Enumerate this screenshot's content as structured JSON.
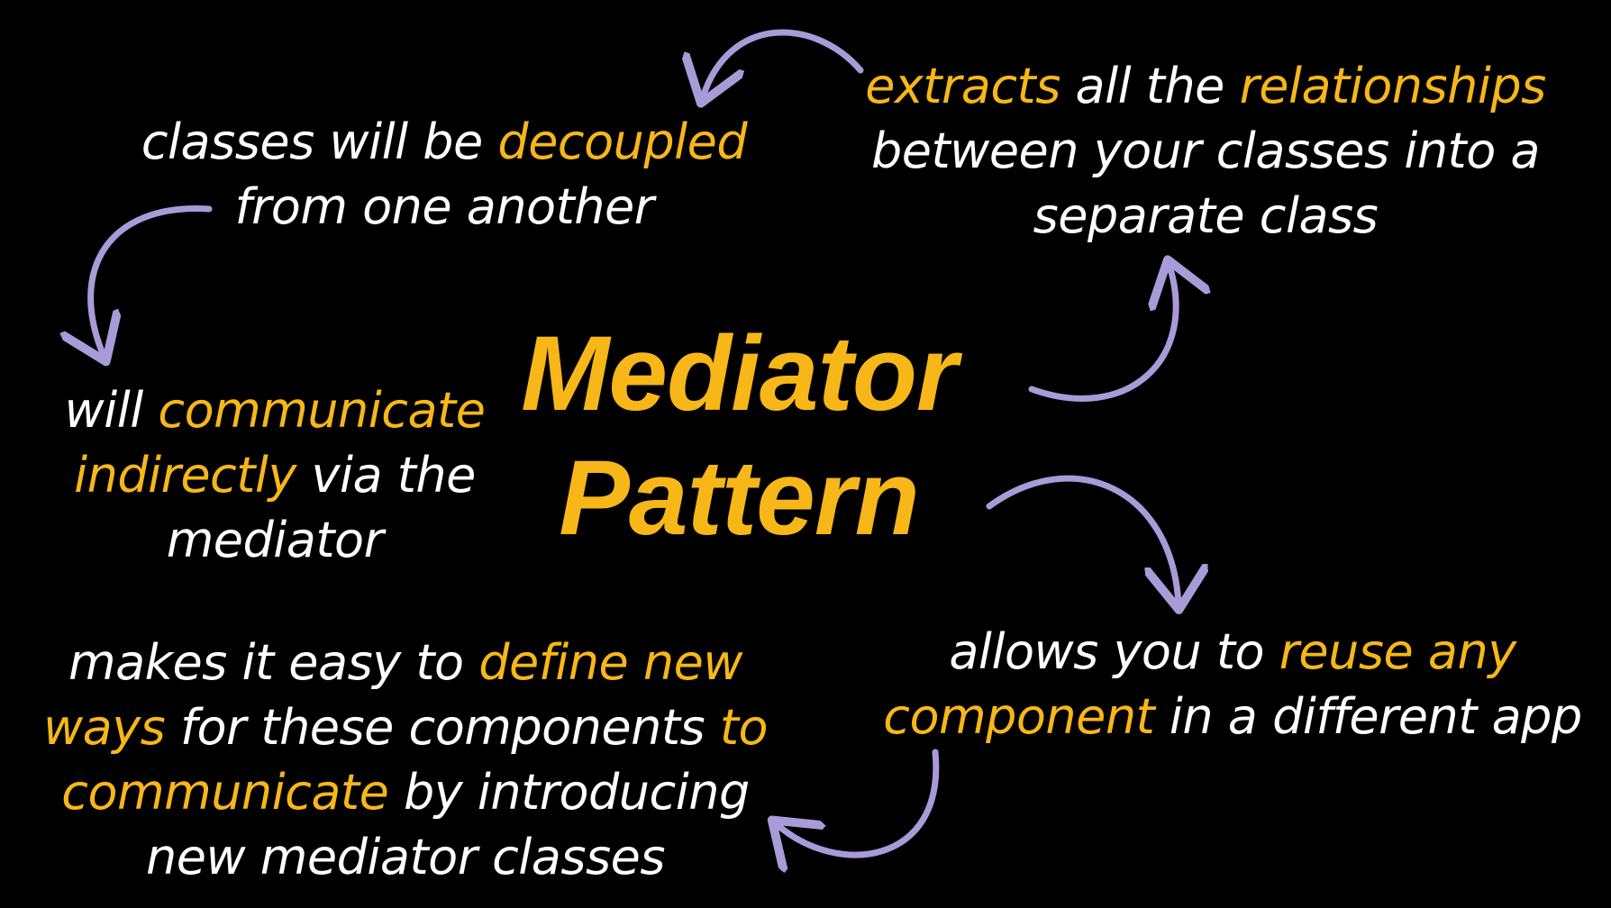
{
  "colors": {
    "background": "#000000",
    "text": "#ffffff",
    "highlight": "#f7b718",
    "arrow": "#a99ad8"
  },
  "title": {
    "line1": "Mediator",
    "line2": "Pattern"
  },
  "notes": {
    "extracts": {
      "l1_a": "extracts",
      "l1_b": " all the ",
      "l1_c": "relationships",
      "l2": "between your classes into a",
      "l3": "separate class"
    },
    "decoupled": {
      "l1_a": "classes will be ",
      "l1_b": "decoupled",
      "l2": "from one another"
    },
    "communicate": {
      "l1_a": "will ",
      "l1_b": "communicate",
      "l2_a": "indirectly",
      "l2_b": " via the",
      "l3": "mediator"
    },
    "define": {
      "l1_a": "makes it easy to ",
      "l1_b": "define new",
      "l2_a": "ways",
      "l2_b": " for these components ",
      "l2_c": "to",
      "l3_a": "communicate",
      "l3_b": " by introducing",
      "l4": "new mediator classes"
    },
    "reuse": {
      "l1_a": "allows you to ",
      "l1_b": "reuse any",
      "l2_a": "component",
      "l2_b": " in a different app"
    }
  },
  "arrows": [
    {
      "name": "arrow-extracts-to-decoupled",
      "from": "extracts",
      "to": "decoupled"
    },
    {
      "name": "arrow-decoupled-to-communicate",
      "from": "decoupled",
      "to": "communicate"
    },
    {
      "name": "arrow-title-to-extracts",
      "from": "title",
      "to": "extracts"
    },
    {
      "name": "arrow-title-to-reuse",
      "from": "title",
      "to": "reuse"
    },
    {
      "name": "arrow-reuse-to-define",
      "from": "reuse",
      "to": "define"
    }
  ]
}
